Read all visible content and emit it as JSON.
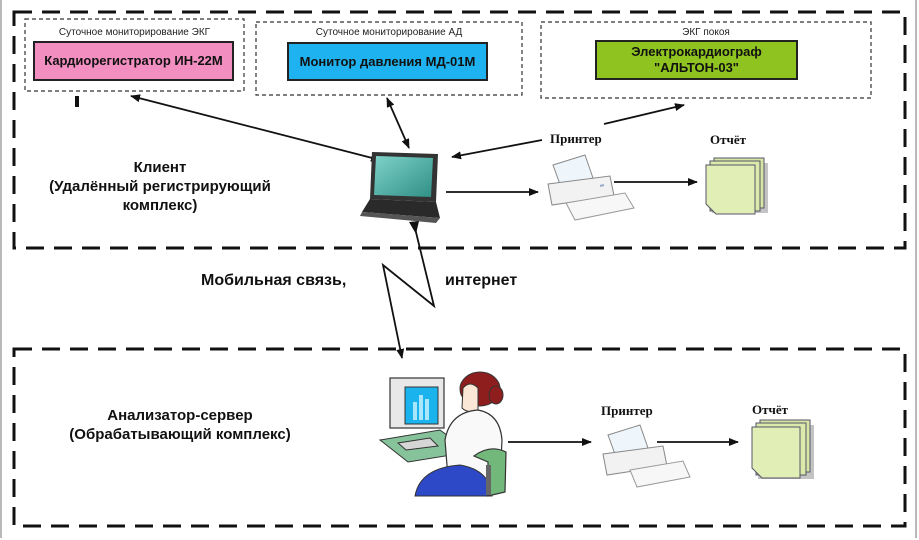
{
  "client_zone": {
    "title_line1": "Клиент",
    "title_line2": "(Удалённый регистрирующий",
    "title_line3": "комплекс)"
  },
  "devices": [
    {
      "caption": "Суточное мониторирование ЭКГ",
      "label": "Кардиорегистратор ИН-22М",
      "color": "#f28fc0"
    },
    {
      "caption": "Суточное мониторирование АД",
      "label": "Монитор давления МД-01М",
      "color": "#1eb3f0"
    },
    {
      "caption": "ЭКГ покоя",
      "label_line1": "Электрокардиограф",
      "label_line2": "\"АЛЬТОН-03\"",
      "color": "#8fc31f"
    }
  ],
  "client_outputs": {
    "printer_label": "Принтер",
    "report_label": "Отчёт"
  },
  "link": {
    "left": "Мобильная связь,",
    "right": "интернет"
  },
  "server_zone": {
    "title_line1": "Анализатор-сервер",
    "title_line2": "(Обрабатывающий комплекс)"
  },
  "server_outputs": {
    "printer_label": "Принтер",
    "report_label": "Отчёт"
  }
}
